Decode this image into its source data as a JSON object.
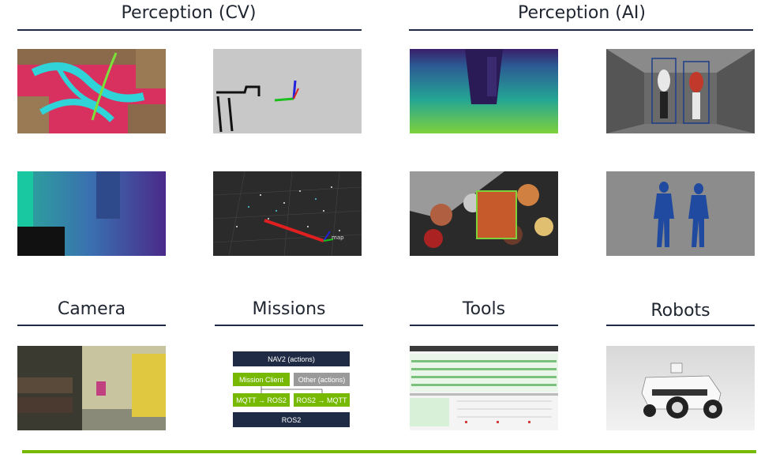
{
  "sections": {
    "perception_cv": "Perception (CV)",
    "perception_ai": "Perception (AI)",
    "camera": "Camera",
    "missions": "Missions",
    "tools": "Tools",
    "robots": "Robots"
  },
  "missions_diagram": {
    "nav2": "NAV2 (actions)",
    "mission_client": "Mission Client",
    "other": "Other (actions)",
    "mqtt_to_ros2": "MQTT → ROS2",
    "ros2_to_mqtt": "ROS2 → MQTT",
    "ros2": "ROS2"
  },
  "pointcloud_label": "map",
  "colors": {
    "accent_green": "#76b900",
    "rule_navy": "#1f2a44",
    "box_navy": "#1f2a44",
    "box_gray": "#9a9a9a"
  }
}
